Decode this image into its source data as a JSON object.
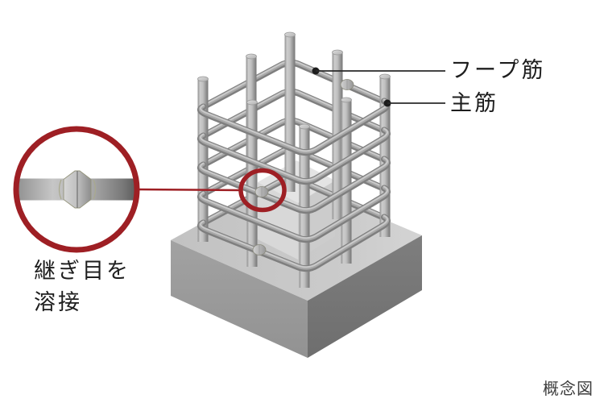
{
  "labels": {
    "hoop_bar": "フープ筋",
    "main_bar": "主筋",
    "weld_note_line1": "継ぎ目を",
    "weld_note_line2": "溶接",
    "caption": "概念図"
  },
  "colors": {
    "accent_red": "#9e1f24",
    "leader_black": "#2a2a2a",
    "steel_light": "#c8c8c8",
    "steel_mid": "#9a9a9a",
    "steel_dark": "#7f7f7f",
    "concrete_top": "#c7c7c7",
    "concrete_left": "#9c9c9c",
    "concrete_right": "#767676",
    "text_dark": "#1e1e1e",
    "caption_gray": "#3c3c3c"
  },
  "structure": {
    "vertical_main_bars": 8,
    "hoop_bars": 5,
    "weld_joints_visible": 3
  }
}
